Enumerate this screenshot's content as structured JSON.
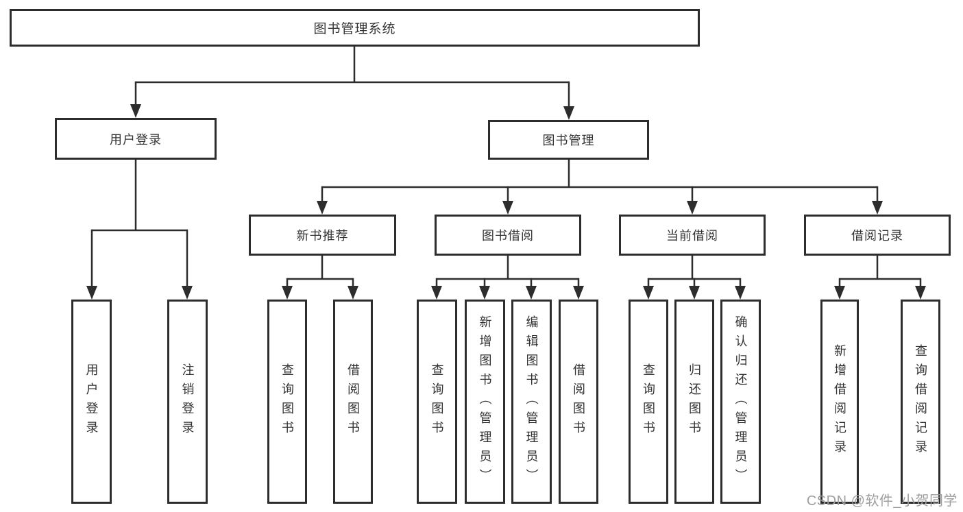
{
  "diagram": {
    "root": {
      "label": "图书管理系统"
    },
    "branches": [
      {
        "label": "用户登录",
        "children": [
          {
            "label": "用户登录"
          },
          {
            "label": "注销登录"
          }
        ]
      },
      {
        "label": "图书管理",
        "children": [
          {
            "label": "新书推荐",
            "children": [
              {
                "label": "查询图书"
              },
              {
                "label": "借阅图书"
              }
            ]
          },
          {
            "label": "图书借阅",
            "children": [
              {
                "label": "查询图书"
              },
              {
                "label": "新增图书（管理员）"
              },
              {
                "label": "编辑图书（管理员）"
              },
              {
                "label": "借阅图书"
              }
            ]
          },
          {
            "label": "当前借阅",
            "children": [
              {
                "label": "查询图书"
              },
              {
                "label": "归还图书"
              },
              {
                "label": "确认归还（管理员）"
              }
            ]
          },
          {
            "label": "借阅记录",
            "children": [
              {
                "label": "新增借阅记录"
              },
              {
                "label": "查询借阅记录"
              }
            ]
          }
        ]
      }
    ],
    "watermark": {
      "text": "CSDN @软件_小贺同学"
    },
    "colors": {
      "line": "#2d2d2d",
      "border": "#2d2d2d",
      "text": "#333333",
      "background": "#ffffff",
      "watermark": "#9e9e9e"
    }
  }
}
